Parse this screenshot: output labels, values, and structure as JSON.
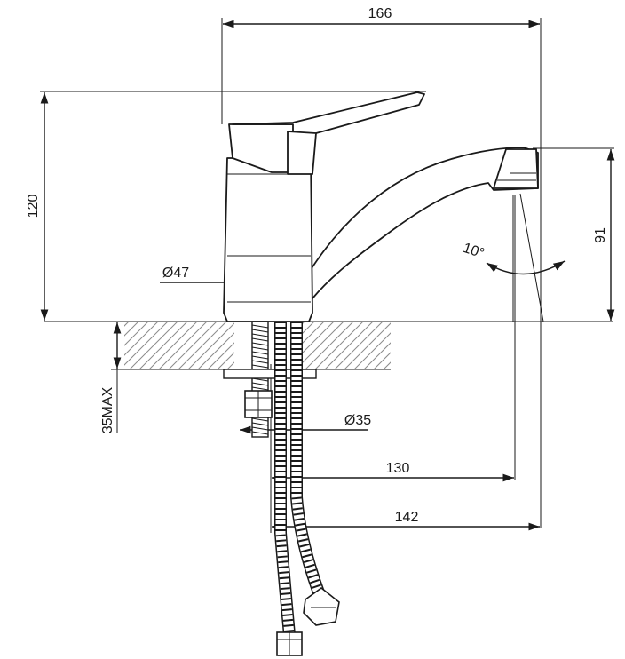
{
  "dimensions": {
    "width_166": "166",
    "height_120": "120",
    "height_91": "91",
    "diameter_47": "Ø47",
    "diameter_35": "Ø35",
    "reach_130": "130",
    "reach_142": "142",
    "thickness_max": "35MAX",
    "angle": "10°"
  },
  "colors": {
    "line": "#1a1a1a",
    "hatch": "#8a8a8a",
    "background": "#ffffff"
  }
}
